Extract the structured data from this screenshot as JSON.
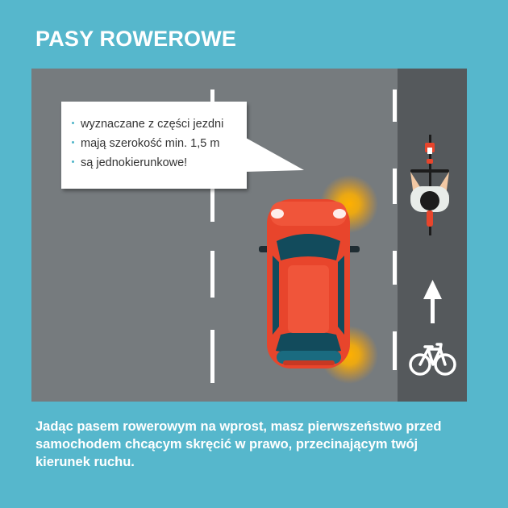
{
  "title": "PASY ROWEROWE",
  "bubble": {
    "items": [
      "wyznaczane z części jezdni",
      "mają szerokość min. 1,5 m",
      "są jednokierunkowe!"
    ]
  },
  "caption": {
    "lines": [
      "Jadąc pasem rowerowym na wprost, masz pierwszeństwo przed",
      "samochodem chcącym skręcić w prawo, przecinającym twój",
      "kierunek ruchu."
    ]
  },
  "icons": {
    "arrow": "arrow-up-icon",
    "bike": "bicycle-icon",
    "cyclist": "cyclist-icon",
    "car": "car-icon"
  },
  "colors": {
    "background": "#56b7cc",
    "road": "#767b7e",
    "bike_lane": "#55595c",
    "car": "#e8452c",
    "indicator": "#ffb000"
  }
}
